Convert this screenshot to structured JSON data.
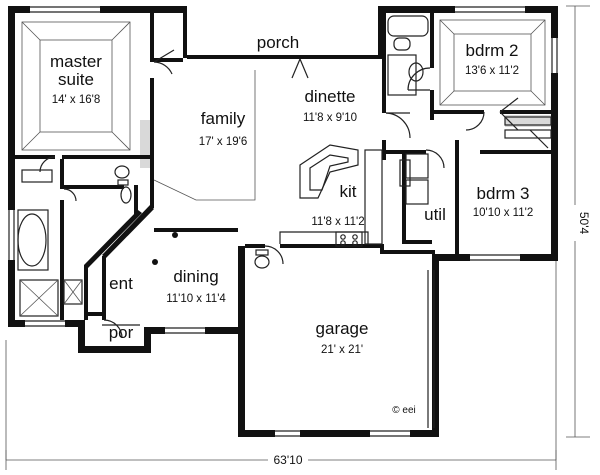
{
  "rooms": {
    "porch": {
      "name": "porch",
      "size": ""
    },
    "master": {
      "name_line1": "master",
      "name_line2": "suite",
      "size": "14' x 16'8"
    },
    "family": {
      "name": "family",
      "size": "17' x 19'6"
    },
    "dinette": {
      "name": "dinette",
      "size": "11'8 x 9'10"
    },
    "bdrm2": {
      "name": "bdrm 2",
      "size": "13'6 x 11'2"
    },
    "bdrm3": {
      "name": "bdrm 3",
      "size": "10'10 x 11'2"
    },
    "kit": {
      "name": "kit",
      "size": "11'8 x 11'2"
    },
    "util": {
      "name": "util"
    },
    "dining": {
      "name": "dining",
      "size": "11'10 x 11'4"
    },
    "ent": {
      "name": "ent"
    },
    "por": {
      "name": "por"
    },
    "garage": {
      "name": "garage",
      "size": "21' x 21'"
    }
  },
  "overall": {
    "width": "63'10",
    "depth": "50'4"
  },
  "credit": "© eei"
}
